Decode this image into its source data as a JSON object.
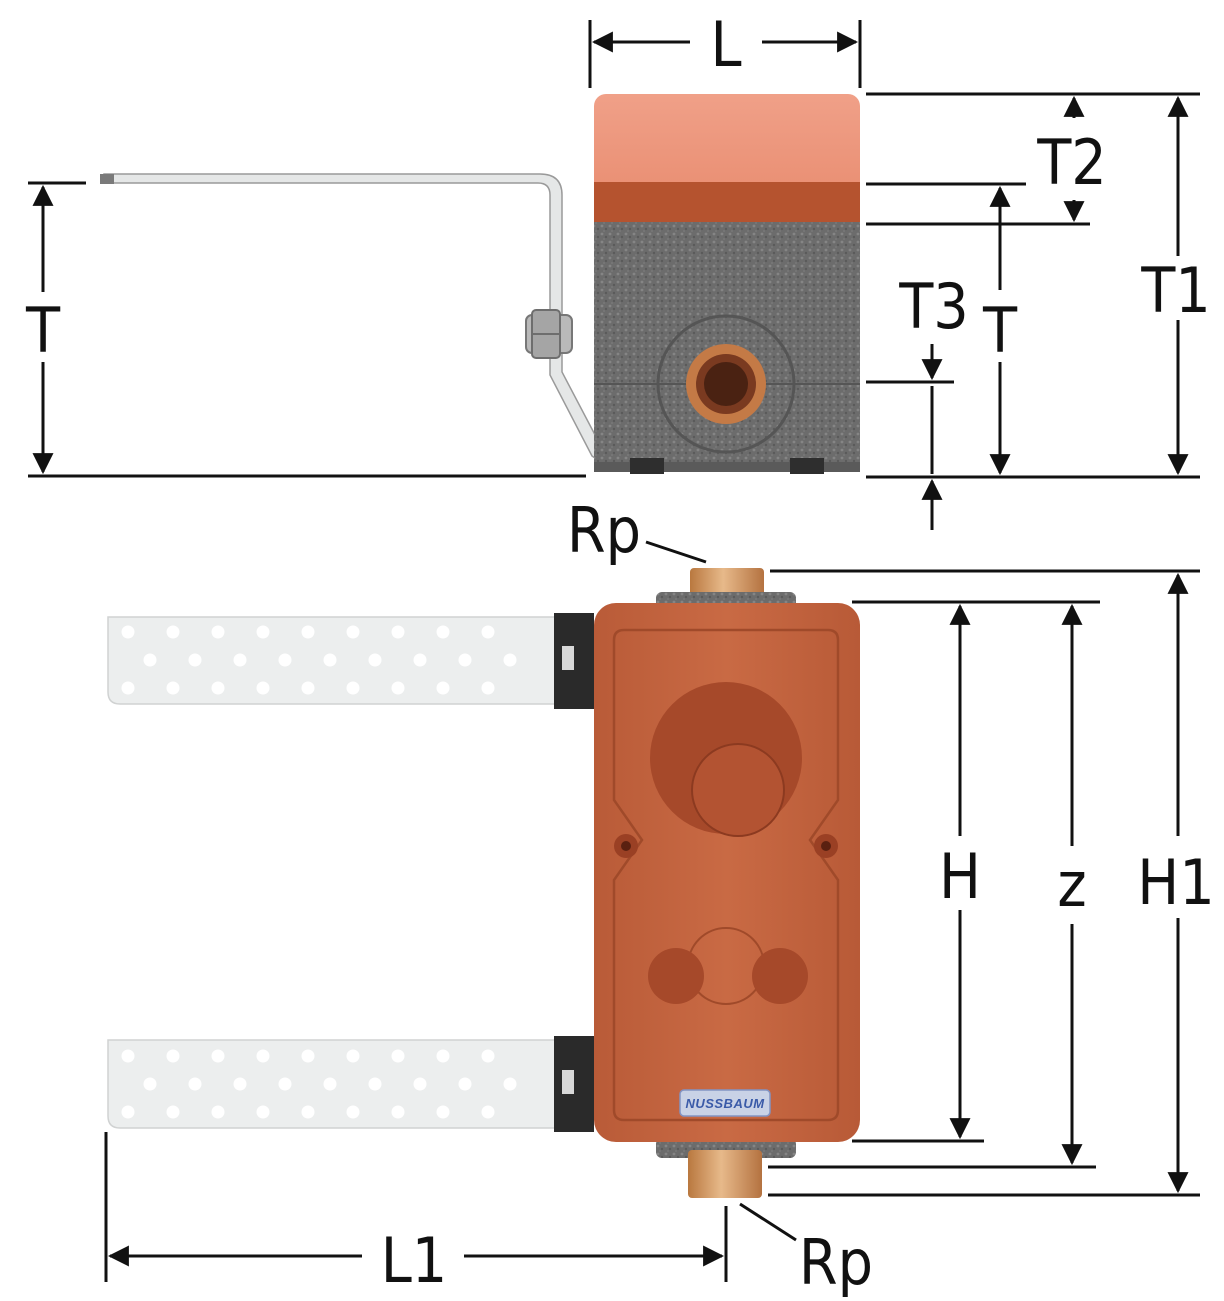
{
  "dimensions": {
    "L": "L",
    "T_left": "T",
    "T2": "T2",
    "T_right": "T",
    "T1": "T1",
    "T3": "T3",
    "Rp_top": "Rp",
    "H": "H",
    "z": "z",
    "H1": "H1",
    "L1": "L1",
    "Rp_bottom": "Rp"
  },
  "brand": {
    "label": "NUSSBAUM"
  },
  "colors": {
    "cap_light": "#ee9a80",
    "cap_dark": "#b5532f",
    "insulation": "#6e6e6e",
    "body_orange": "#c46540",
    "brass": "#d29a68",
    "bracket": "#e8eaea",
    "dimension_line": "#111111"
  }
}
